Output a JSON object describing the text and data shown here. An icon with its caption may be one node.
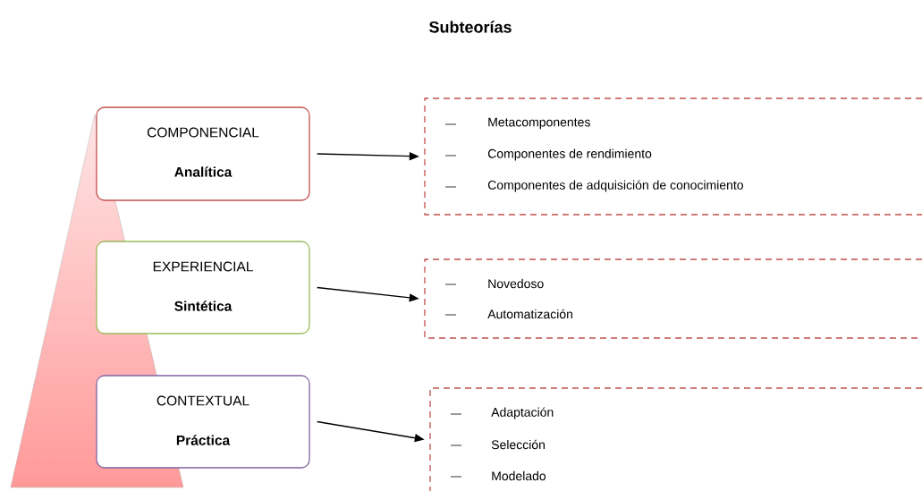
{
  "diagram": {
    "title": "Subteorías",
    "nodes": [
      {
        "text": [
          "COMPONENCIAL",
          "Analítica"
        ]
      },
      {
        "text": [
          "EXPERIENCIAL",
          "Sintética"
        ]
      },
      {
        "text": [
          "CONTEXTUAL",
          "Práctica"
        ]
      },
      {
        "text": [
          "Metacomponentes",
          "Componentes de rendimiento",
          "Componentes de adquisición de conocimiento"
        ]
      },
      {
        "text": [
          "Novedoso",
          "Automatización"
        ]
      },
      {
        "text": [
          "Adaptación",
          "Selección",
          "Modelado"
        ]
      }
    ],
    "edges": [
      {
        "from": 0,
        "to": 3,
        "arrow": "to"
      },
      {
        "from": 1,
        "to": 4,
        "arrow": "to"
      },
      {
        "from": 2,
        "to": 5,
        "arrow": "to"
      }
    ]
  }
}
